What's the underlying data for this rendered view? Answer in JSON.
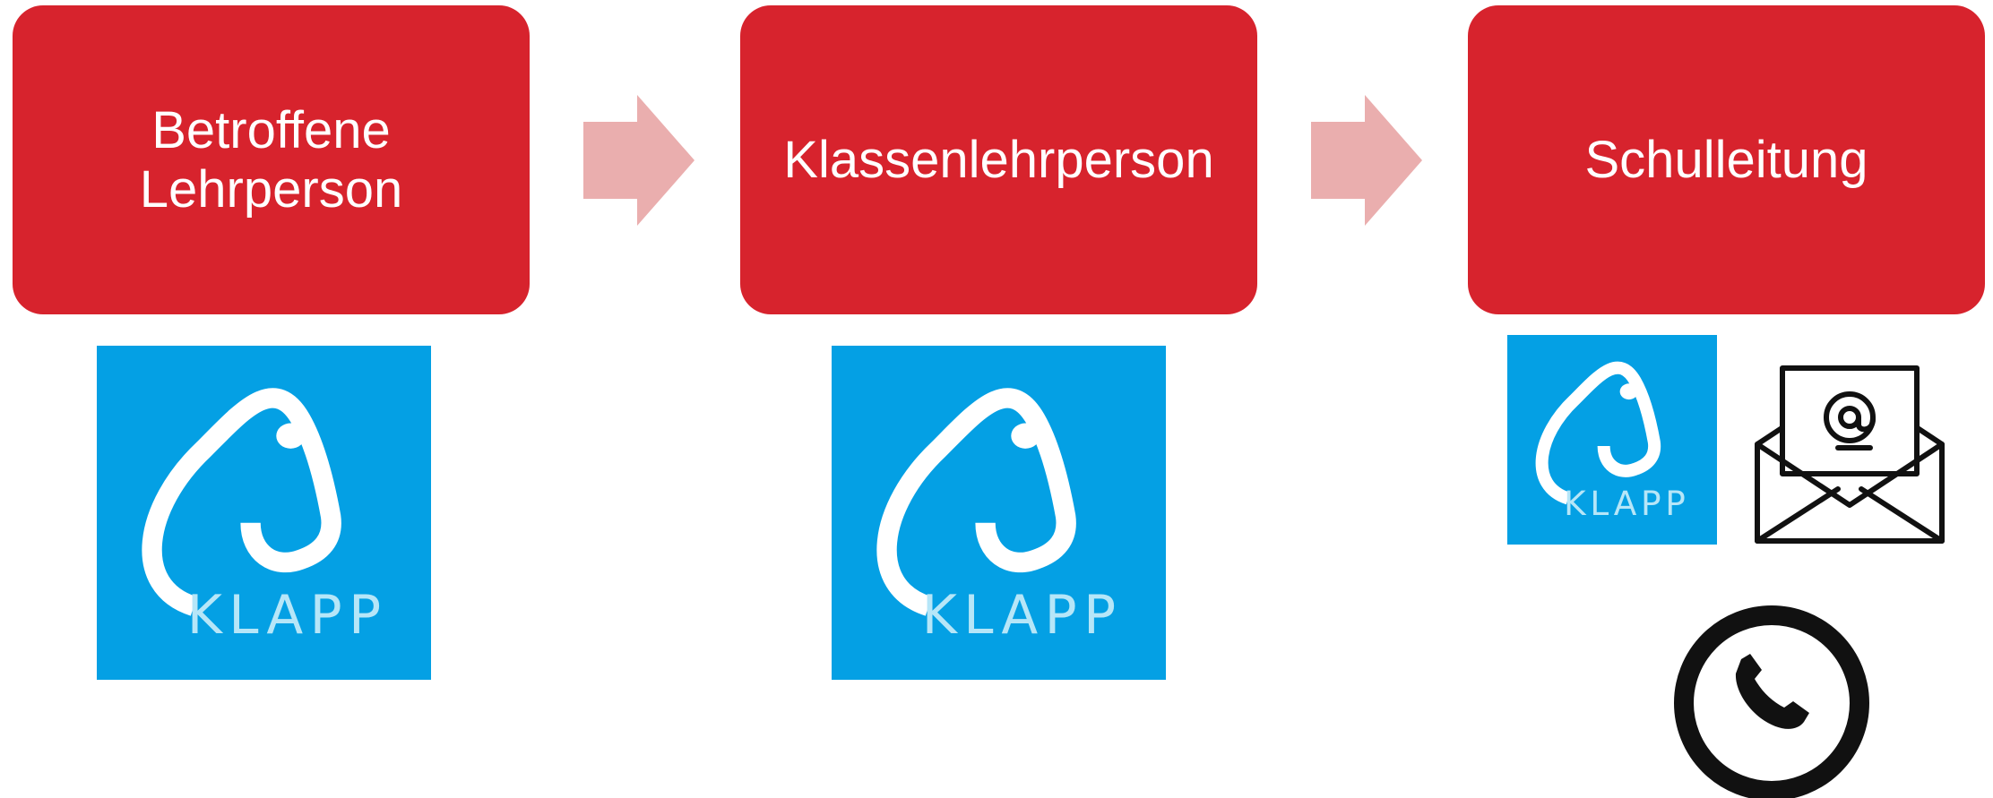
{
  "colors": {
    "stage": "#d7232d",
    "arrow": "#eaaeae",
    "app_tile": "#04a0e4",
    "logo_text": "#b6e6f8",
    "icon": "#111111"
  },
  "flow": {
    "stages": [
      {
        "label": "Betroffene\nLehrperson"
      },
      {
        "label": "Klassenlehrperson"
      },
      {
        "label": "Schulleitung"
      }
    ]
  },
  "apps": {
    "logo_text": "KLAPP"
  },
  "icons": {
    "app": "klapp-elephant-icon",
    "email": "email-envelope-icon",
    "phone": "phone-icon"
  }
}
